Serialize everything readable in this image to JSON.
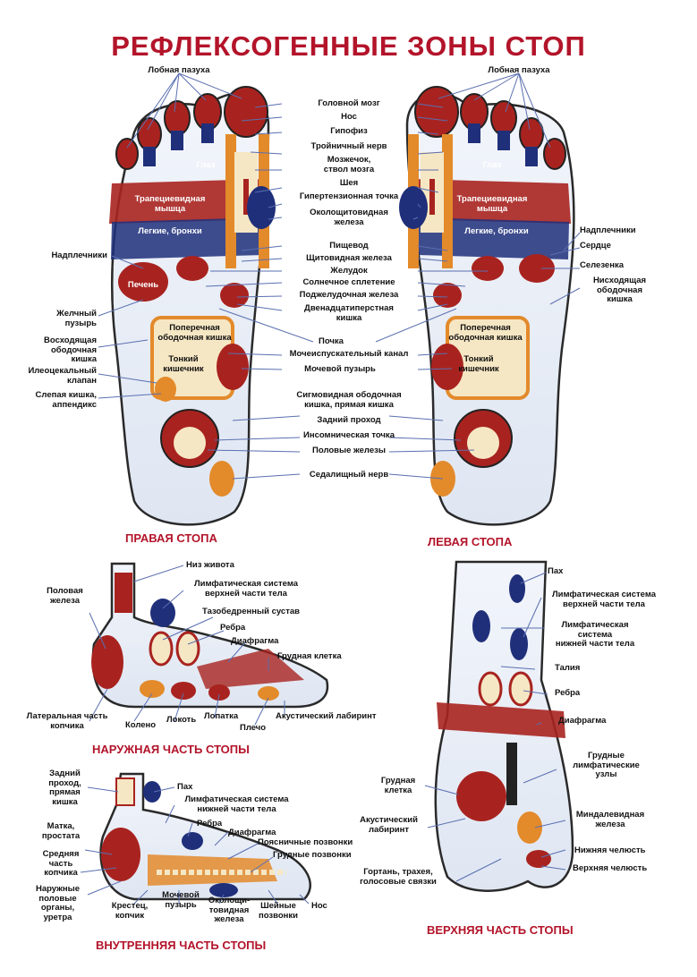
{
  "title": "РЕФЛЕКСОГЕННЫЕ ЗОНЫ СТОП",
  "sections": {
    "right": "ПРАВАЯ СТОПА",
    "left": "ЛЕВАЯ СТОПА",
    "outer": "НАРУЖНАЯ ЧАСТЬ СТОПЫ",
    "inner": "ВНУТРЕННЯЯ ЧАСТЬ СТОПЫ",
    "top": "ВЕРХНЯЯ ЧАСТЬ СТОПЫ"
  },
  "center_labels": [
    "Головной мозг",
    "Нос",
    "Гипофиз",
    "Тройничный нерв",
    "Мозжечок,\nствол мозга",
    "Шея",
    "Гипертензионная точка",
    "Околощитовидная\nжелеза",
    "Пищевод",
    "Щитовидная железа",
    "Желудок",
    "Солнечное сплетение",
    "Поджелудочная железа",
    "Двенадцатиперстная\nкишка",
    "Почка",
    "Мочеиспускательный канал",
    "Мочевой пузырь",
    "Сигмовидная ободочная\nкишка, прямая кишка",
    "Задний проход",
    "Инсомническая  точка",
    "Половые железы",
    "Седалищный нерв"
  ],
  "right_foot": {
    "top_label": "Лобная пазуха",
    "left_labels": [
      "Надплечники",
      "Желчный\nпузырь",
      "Восходящая\nободочная\nкишка",
      "Илеоцекальный\nклапан",
      "Слепая кишка,\nаппендикс"
    ],
    "inner_labels": [
      "Глаз",
      "Трапециевидная\nмышца",
      "Легкие, бронхи",
      "Печень",
      "Поперечная\nободочная кишка",
      "Тонкий\nкишечник"
    ]
  },
  "left_foot": {
    "top_label": "Лобная пазуха",
    "right_labels": [
      "Надплечники",
      "Сердце",
      "Селезенка",
      "Нисходящая\nободочная\nкишка"
    ],
    "inner_labels": [
      "Глаз",
      "Трапециевидная\nмышца",
      "Легкие, бронхи",
      "Поперечная\nободочная кишка",
      "Тонкий\nкишечник"
    ]
  },
  "outer_foot": {
    "labels": [
      "Низ живота",
      "Лимфатическая система\nверхней части тела",
      "Половая\nжелеза",
      "Тазобедренный сустав",
      "Ребра",
      "Диафрагма",
      "Грудная клетка",
      "Латеральная часть\nкопчика",
      "Колено",
      "Локоть",
      "Лопатка",
      "Плечо",
      "Акустический лабиринт"
    ]
  },
  "inner_foot": {
    "labels": [
      "Задний\nпроход,\nпрямая\nкишка",
      "Пах",
      "Лимфатическая система\nнижней части тела",
      "Ребра",
      "Диафрагма",
      "Поясничные позвонки",
      "Грудные позвонки",
      "Матка,\nпростата",
      "Средняя\nчасть\nкопчика",
      "Наружные\nполовые\nорганы,\nуретра",
      "Крестец,\nкопчик",
      "Мочевой\nпузырь",
      "Околощи-\nтовидная\nжелеза",
      "Шейные\nпозвонки",
      "Нос"
    ]
  },
  "top_foot": {
    "labels": [
      "Пах",
      "Лимфатическая система\nверхней части тела",
      "Лимфатическая\nсистема\nнижней части тела",
      "Талия",
      "Ребра",
      "Диафрагма",
      "Грудные\nлимфатические\nузлы",
      "Грудная\nклетка",
      "Акустический\nлабиринт",
      "Миндалевидная\nжелеза",
      "Нижняя челюсть",
      "Верхняя челюсть",
      "Гортань, трахея,\nголосовые связки"
    ]
  },
  "colors": {
    "title": "#b3142a",
    "organ_red": "#a8231f",
    "lymph_blue": "#1f2f7a",
    "orange": "#e38a2b",
    "cream": "#f6e7c4"
  }
}
